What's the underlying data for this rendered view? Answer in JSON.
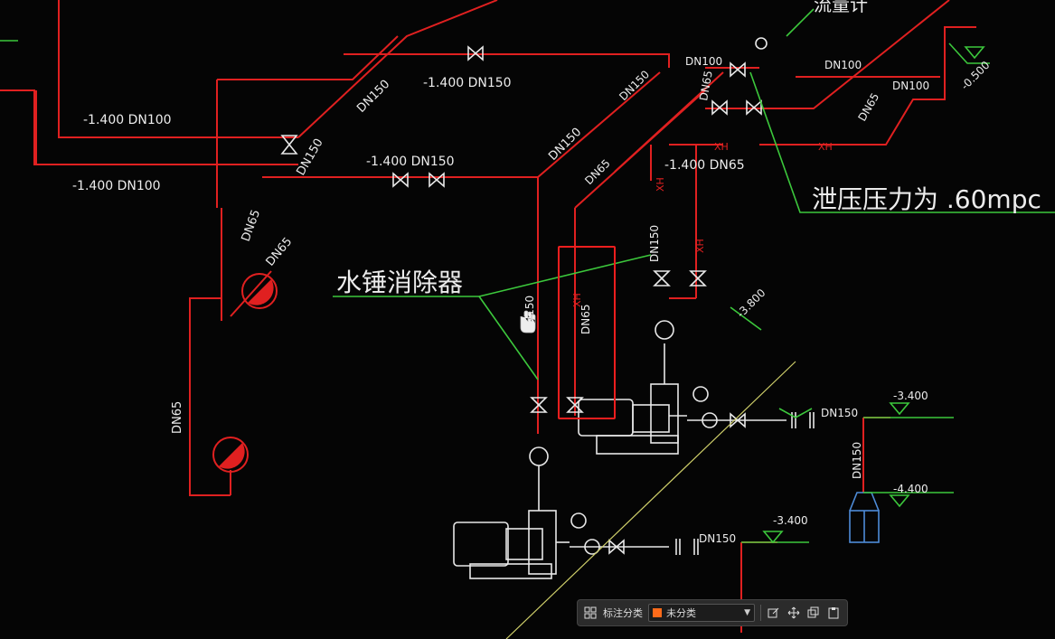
{
  "drawing": {
    "labels": {
      "l1": "-1.400 DN100",
      "l2": "-1.400 DN100",
      "l3": "-1.400 DN150",
      "l4": "-1.400 DN150",
      "l5": "-1.400 DN65",
      "dn150_a": "DN150",
      "dn150_b": "DN150",
      "dn150_c": "DN150",
      "dn150_d": "DN150",
      "dn150_e": "DN150",
      "dn150_f": "DN150",
      "dn150_g": "DN150",
      "dn150_h": "DN150",
      "dn150_i": "DN150",
      "dn100_a": "DN100",
      "dn100_b": "DN100",
      "dn100_c": "DN100",
      "dn65_a": "DN65",
      "dn65_b": "DN65",
      "dn65_c": "DN65",
      "dn65_d": "DN65",
      "dn65_e": "DN65",
      "dn65_f": "DN65",
      "dn65_g": "DN65",
      "xh1": "XH",
      "xh2": "XH",
      "xh3": "XH",
      "xh4": "XH",
      "xh5": "XH",
      "water_hammer": "水锤消除器",
      "flowmeter": "流量计",
      "relief_pressure": "泄压压力为 .60mpc",
      "elev_3800": "-3.800",
      "elev_3400a": "-3.400",
      "elev_3400b": "-3.400",
      "elev_4400": "-4.400",
      "elev_0500": "-0.500"
    }
  },
  "toolbar": {
    "category_label": "标注分类",
    "selected_value": "未分类",
    "swatch_color": "#ff6b1a",
    "icons": [
      "grid-icon",
      "edit-icon",
      "move-icon",
      "copy-icon",
      "paste-icon"
    ]
  },
  "colors": {
    "pipe": "#e02020",
    "line": "#e8e8e8",
    "leader": "#3cc83c",
    "highlight": "#f01e1e",
    "background": "#050505"
  }
}
